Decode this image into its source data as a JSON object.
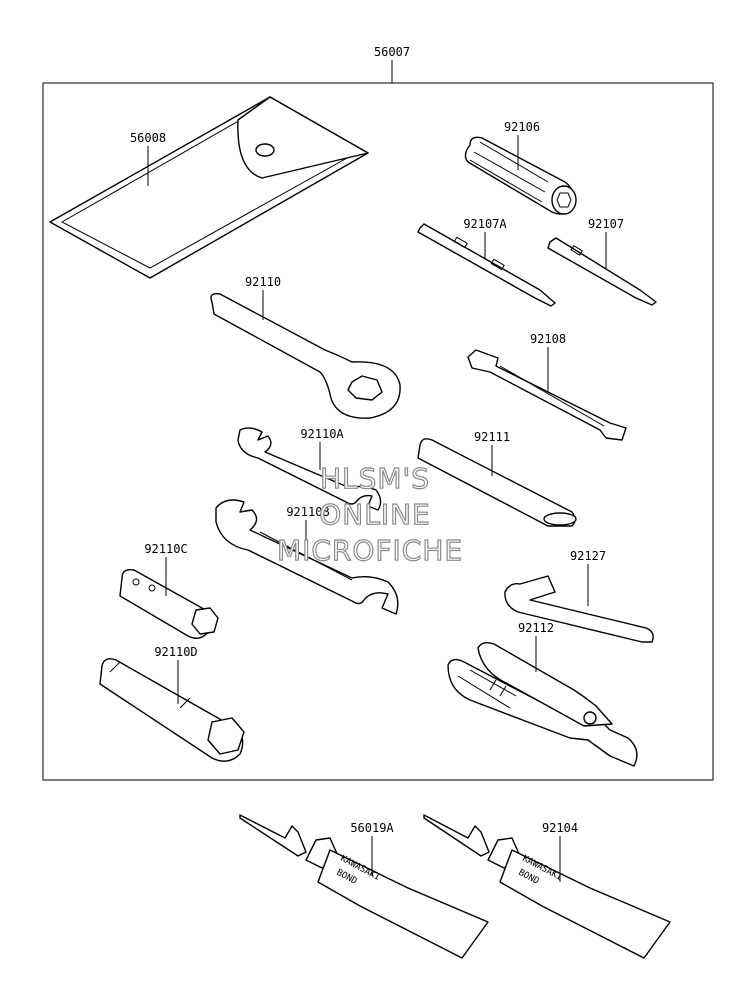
{
  "assembly_label": "56007",
  "parts": {
    "p56008": "56008",
    "p92106": "92106",
    "p92107A": "92107A",
    "p92107": "92107",
    "p92110": "92110",
    "p92108": "92108",
    "p92110A": "92110A",
    "p92111": "92111",
    "p92110B": "92110B",
    "p92110C": "92110C",
    "p92127": "92127",
    "p92112": "92112",
    "p92110D": "92110D",
    "p56019A": "56019A",
    "p92104": "92104"
  },
  "watermark": {
    "line1": "HLSM'S",
    "line2": "ONLINE",
    "line3": "MICROFICHE"
  },
  "tube_text": {
    "brand": "KAWASAKI",
    "product": "BOND"
  }
}
